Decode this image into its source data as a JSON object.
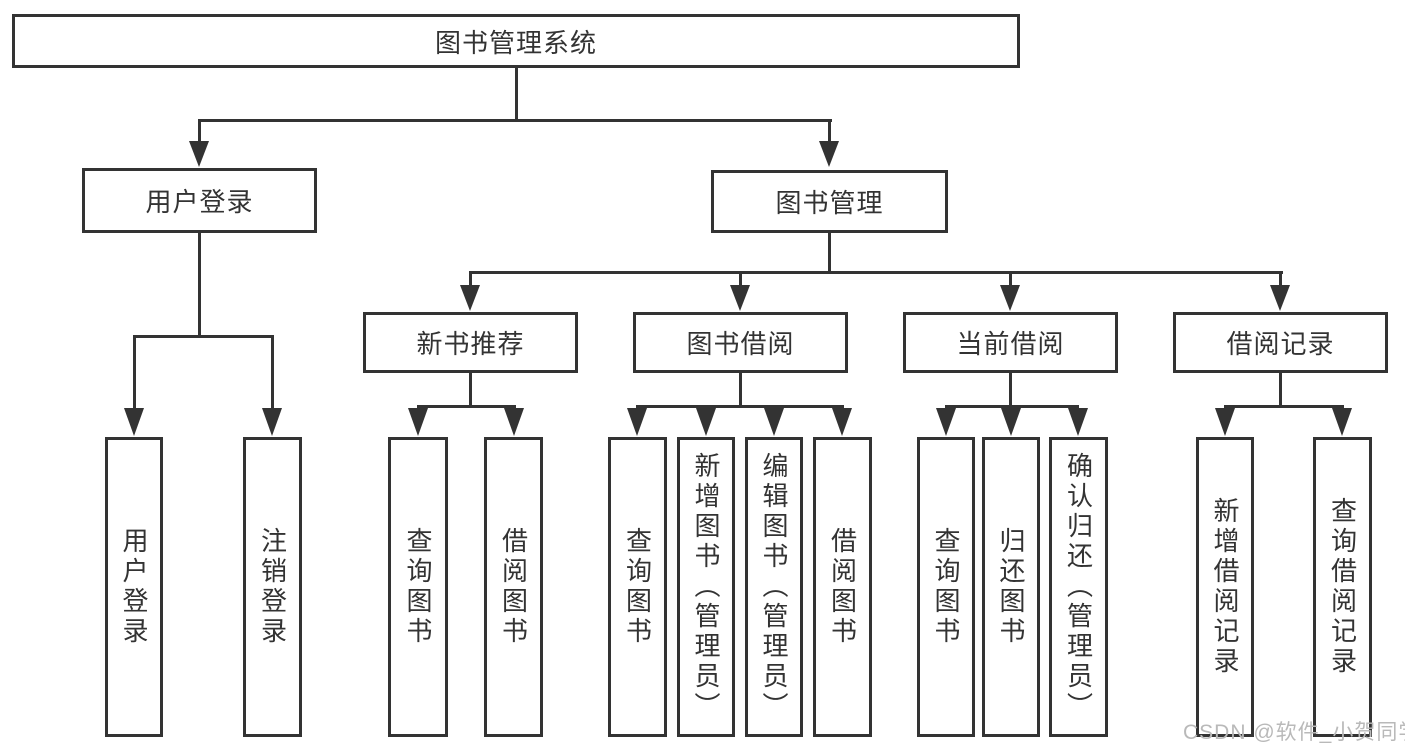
{
  "diagram": {
    "root": {
      "label": "图书管理系统"
    },
    "branches": [
      {
        "label": "用户登录",
        "children": [
          {
            "label": "用户登录"
          },
          {
            "label": "注销登录"
          }
        ]
      },
      {
        "label": "图书管理",
        "children": [
          {
            "label": "新书推荐",
            "children": [
              {
                "label": "查询图书"
              },
              {
                "label": "借阅图书"
              }
            ]
          },
          {
            "label": "图书借阅",
            "children": [
              {
                "label": "查询图书"
              },
              {
                "label": "新增图书（管理员）"
              },
              {
                "label": "编辑图书（管理员）"
              },
              {
                "label": "借阅图书"
              }
            ]
          },
          {
            "label": "当前借阅",
            "children": [
              {
                "label": "查询图书"
              },
              {
                "label": "归还图书"
              },
              {
                "label": "确认归还（管理员）"
              }
            ]
          },
          {
            "label": "借阅记录",
            "children": [
              {
                "label": "新增借阅记录"
              },
              {
                "label": "查询借阅记录"
              }
            ]
          }
        ]
      }
    ]
  },
  "watermark": {
    "text": "CSDN @软件_小贺同学"
  },
  "colors": {
    "line": "#333333",
    "background": "#ffffff",
    "watermark": "#b9b9b9"
  }
}
